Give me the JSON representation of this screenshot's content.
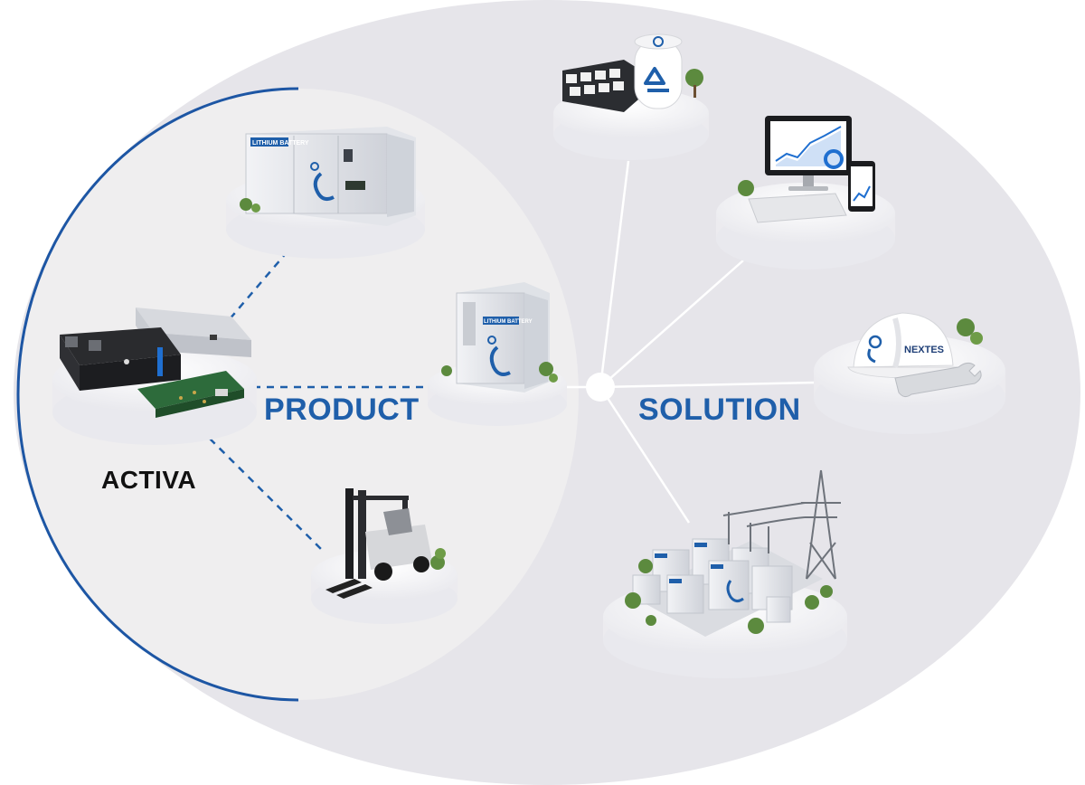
{
  "labels": {
    "product": "PRODUCT",
    "solution": "SOLUTION",
    "activa": "ACTIVA"
  },
  "device_text": {
    "container_brand": "LITHIUM BATTERY",
    "cabinet_brand": "LITHIUM BATTERY",
    "helmet_brand": "NEXTES"
  },
  "colors": {
    "outer_ellipse": "#e6e5ea",
    "inner_ellipse": "#efeeef",
    "accent_blue": "#1f5faa",
    "arc_blue": "#1d56a4",
    "dashed_line": "#1f5faa",
    "solid_line": "#ffffff",
    "platform": "#f7f7f9"
  },
  "icons": [
    "container-battery-icon",
    "battery-module-icon",
    "forklift-icon",
    "cabinet-battery-icon",
    "recycling-icon",
    "monitoring-computer-icon",
    "helmet-wrench-icon",
    "power-plant-icon"
  ]
}
